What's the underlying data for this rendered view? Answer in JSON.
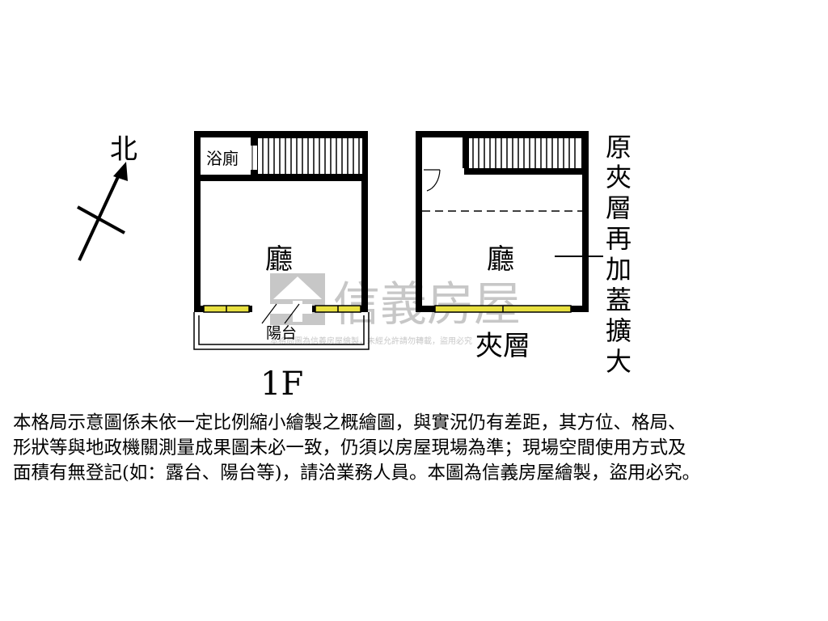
{
  "compass": {
    "label": "北"
  },
  "floor1": {
    "bathroom_label": "浴廁",
    "hall_label": "廳",
    "balcony_label": "陽台",
    "floor_label": "1F"
  },
  "mezzanine": {
    "hall_label": "廳",
    "floor_label": "夾層",
    "note_chars": [
      "原",
      "夾",
      "層",
      "再",
      "加",
      "蓋",
      "擴",
      "大"
    ]
  },
  "watermark": {
    "brand": "信義房屋",
    "small_text": "本格局圖為信義房屋繪製，未經允許請勿轉載，盜用必究"
  },
  "disclaimer": {
    "line1": "本格局示意圖係未依一定比例縮小繪製之概繪圖，與實況仍有差距，其方位、格局、",
    "line2": "形狀等與地政機關測量成果圖未必一致，仍須以房屋現場為準；現場空間使用方式及",
    "line3": "面積有無登記(如：露台、陽台等)，請洽業務人員。本圖為信義房屋繪製，盜用必究。"
  },
  "colors": {
    "window": "#e8e040",
    "watermark": "#b4b4b4",
    "wall": "#000000"
  }
}
